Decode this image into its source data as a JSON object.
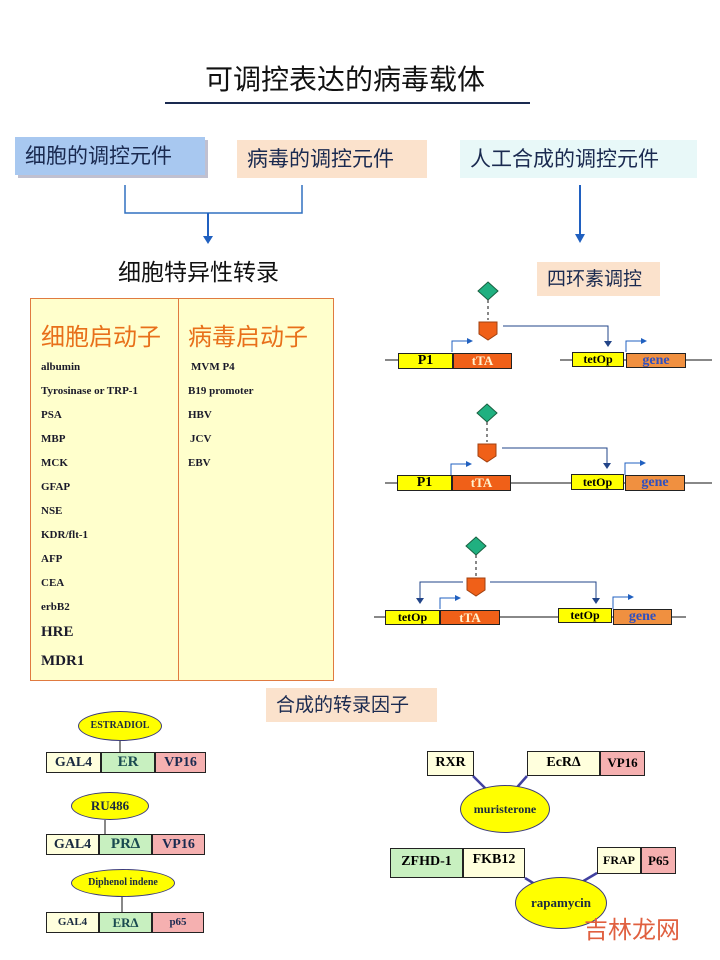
{
  "title": "可调控表达的病毒载体",
  "categories": {
    "cellular": "细胞的调控元件",
    "viral": "病毒的调控元件",
    "synthetic": "人工合成的调控元件"
  },
  "cell_specific_title": "细胞特异性转录",
  "tet_title": "四环素调控",
  "synthetic_tf_title": "合成的转录因子",
  "promoter_table": {
    "cell_header": "细胞启动子",
    "virus_header": "病毒启动子",
    "cell_promoters": [
      "albumin",
      "Tyrosinase  or TRP-1",
      "PSA",
      "MBP",
      "MCK",
      "GFAP",
      "NSE",
      "KDR/flt-1",
      "AFP",
      "CEA",
      "erbB2",
      "HRE",
      "MDR1"
    ],
    "virus_promoters": [
      "MVM P4",
      "B19 promoter",
      "HBV",
      "JCV",
      "EBV"
    ]
  },
  "tet": {
    "p1": "P1",
    "tta": "tTA",
    "tetop": "tetOp",
    "gene": "gene"
  },
  "steroid": [
    {
      "ligand": "ESTRADIOL",
      "parts": [
        "GAL4",
        "ER",
        "VP16"
      ]
    },
    {
      "ligand": "RU486",
      "parts": [
        "GAL4",
        "PR∆",
        "VP16"
      ]
    },
    {
      "ligand": "Diphenol indene",
      "parts": [
        "GAL4",
        "ER∆",
        "p65"
      ]
    }
  ],
  "ecdysone": {
    "rxr": "RXR",
    "ecr": "EcR∆",
    "vp16": "VP16",
    "ligand": "muristerone"
  },
  "rapamycin": {
    "zfhd": "ZFHD-1",
    "fkb": "FKB12",
    "frap": "FRAP",
    "p65": "P65",
    "ligand": "rapamycin"
  },
  "watermark": "吉林龙网",
  "colors": {
    "yellow": "#ffff00",
    "orange": "#f06018",
    "gene": "#f09040",
    "arrow": "#2060c0",
    "diamond": "#20b080"
  }
}
